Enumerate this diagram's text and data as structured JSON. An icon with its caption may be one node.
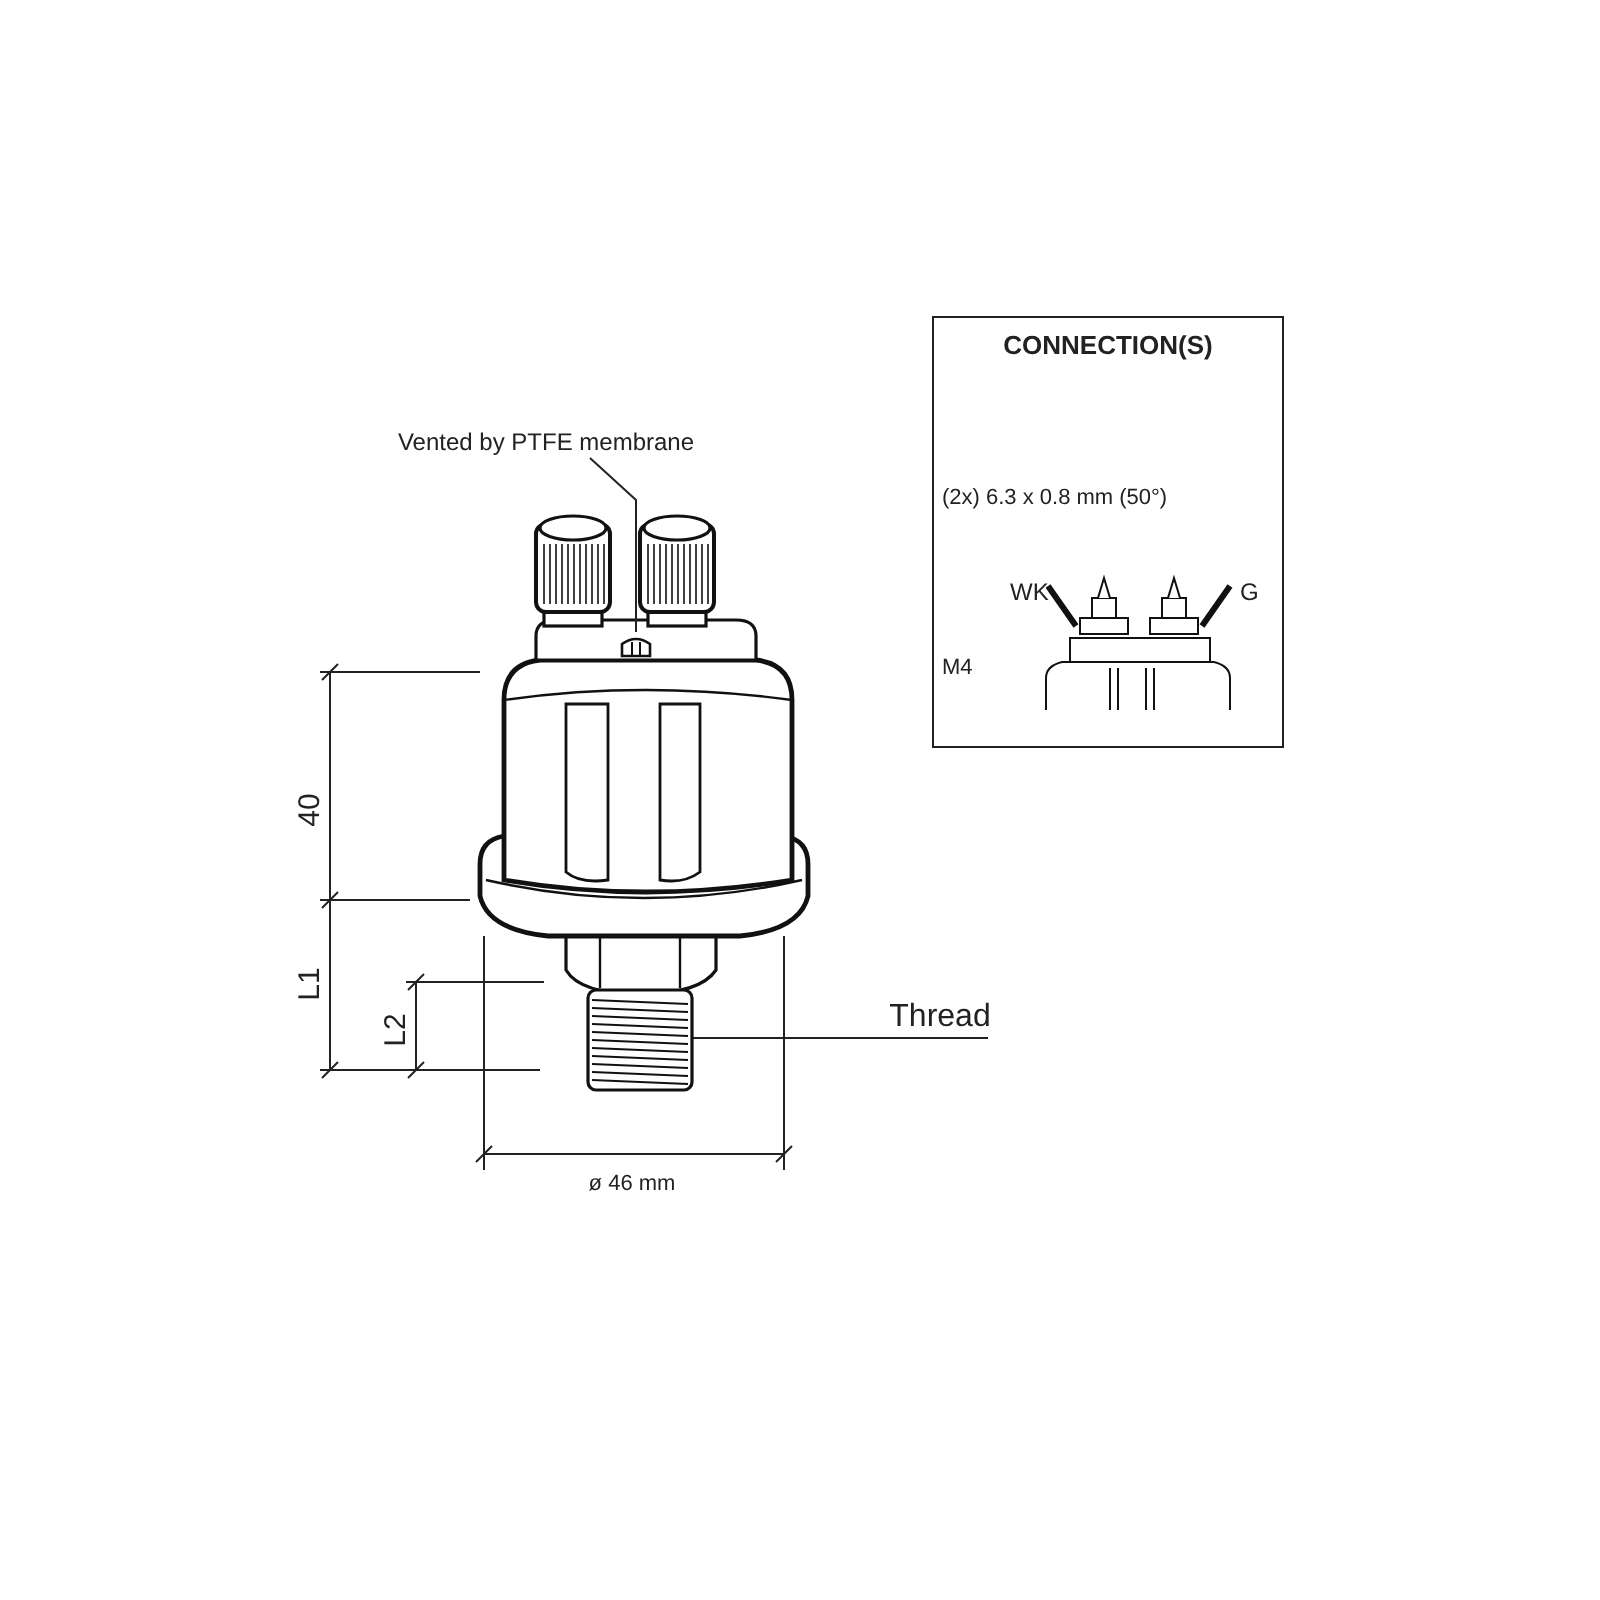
{
  "diagram": {
    "nodes": [
      {
        "text": [
          "CONNECTION(S)",
          "(2x) 6.3 x 0.8 mm (50°)",
          "WK",
          "G",
          "M4"
        ]
      },
      {
        "text": [
          "Vented by PTFE membrane"
        ]
      },
      {
        "text": [],
        "shape": "picture"
      },
      {
        "text": [
          "Thread"
        ]
      },
      {
        "text": [],
        "shape": "picture"
      }
    ],
    "edges": [
      {
        "from": 1,
        "to": 2,
        "arrow": "none"
      },
      {
        "from": 3,
        "to": 4,
        "arrow": "none"
      }
    ],
    "labels": [
      "40",
      "L1",
      "L2",
      "ø 46 mm"
    ]
  }
}
